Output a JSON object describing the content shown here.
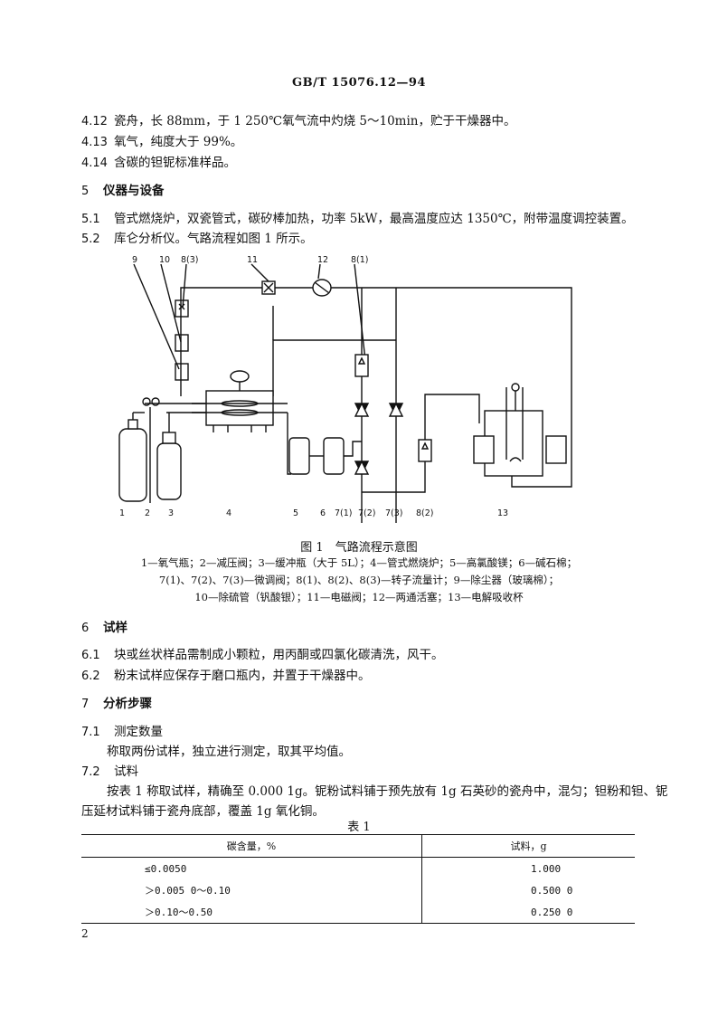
{
  "header": "GB/T 15076.12—94",
  "items": [
    {
      "num": "4.12",
      "text": "瓷舟，长 88mm，于 1 250℃氧气流中灼烧 5～10min，贮于干燥器中。"
    },
    {
      "num": "4.13",
      "text": "氧气，纯度大于 99%。"
    },
    {
      "num": "4.14",
      "text": "含碳的钽铌标准样品。"
    },
    {
      "num": "5",
      "text": "仪器与设备"
    },
    {
      "num": "5.1",
      "text": "管式燃烧炉，双瓷管式，碳矽棒加热，功率 5kW，最高温度应达 1350℃，附带温度调控装置。"
    },
    {
      "num": "5.2",
      "text": "库仑分析仪。气路流程如图 1 所示。"
    },
    {
      "num": "6",
      "text": "试样"
    },
    {
      "num": "6.1",
      "text": "块或丝状样品需制成小颗粒，用丙酮或四氯化碳清洗，风干。"
    },
    {
      "num": "6.2",
      "text": "粉末试样应保存于磨口瓶内，并置于干燥器中。"
    },
    {
      "num": "7",
      "text": "分析步骤"
    },
    {
      "num": "7.1",
      "text": "测定数量"
    },
    {
      "num": "7.2",
      "text": "试料"
    }
  ],
  "para_7_1": "称取两份试样，独立进行测定，取其平均值。",
  "para_7_2_line1": "按表 1 称取试样，精确至 0.000 1g。铌粉试料铺于预先放有 1g 石英砂的瓷舟中，混匀；钽粉和钽、铌",
  "para_7_2_line2": "压延材试料铺于瓷舟底部，覆盖 1g 氧化铜。",
  "figure": {
    "caption": "图 1　气路流程示意图",
    "legend": [
      "1—氧气瓶；2—减压阀；3—缓冲瓶（大于 5L）；4—管式燃烧炉；5—高氯酸镁；6—碱石棉；",
      "7(1)、7(2)、7(3)—微调阀；8(1)、8(2)、8(3)—转子流量计；9—除尘器（玻璃棉）；",
      "10—除硫管（钒酸银）；11—电磁阀；12—两通活塞；13—电解吸收杯"
    ],
    "labels_top": [
      "9",
      "10",
      "8(3)",
      "11",
      "12",
      "8(1)"
    ],
    "labels_bottom": [
      "1",
      "2",
      "3",
      "4",
      "5",
      "6",
      "7(1)",
      "7(2)",
      "7(3)",
      "8(2)",
      "13"
    ]
  },
  "table": {
    "title": "表 1",
    "headers": [
      "碳含量，%",
      "试料，g"
    ],
    "rows": [
      [
        "≤0.0050",
        "1.000"
      ],
      [
        "＞0.005 0～0.10",
        "0.500 0"
      ],
      [
        "＞0.10～0.50",
        "0.250 0"
      ]
    ]
  },
  "page_number": "2"
}
